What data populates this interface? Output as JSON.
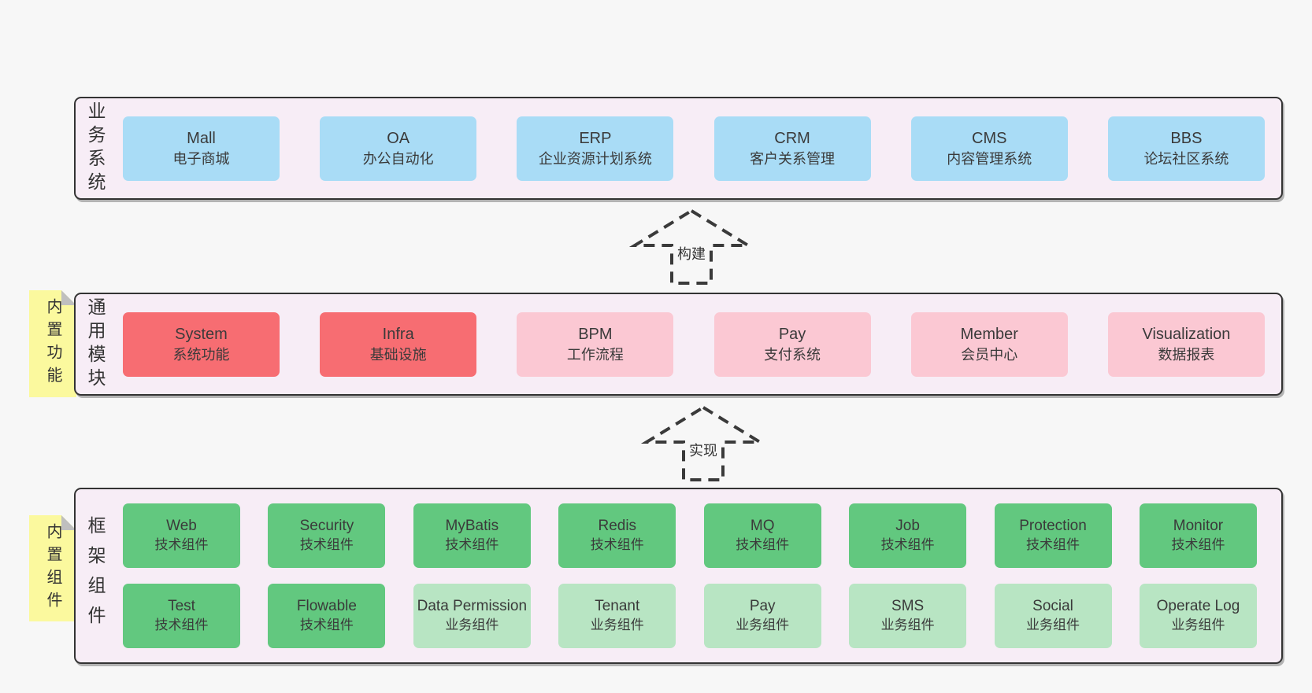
{
  "page": {
    "background": "#f7f7f7"
  },
  "colors": {
    "panel_bg": "#f7edf6",
    "panel_border": "#333333",
    "box_blue": "#a9dcf6",
    "box_red": "#f76d72",
    "box_pink": "#fbc8d3",
    "box_green": "#62c87f",
    "box_green_light": "#b8e5c3",
    "sticky_yellow": "#fbf99e",
    "sticky_fold_gray": "#bfbfbf",
    "text": "#3a3a3a"
  },
  "arrows": [
    {
      "label": "构建"
    },
    {
      "label": "实现"
    }
  ],
  "layers": [
    {
      "side_label": "业务系统",
      "boxes": [
        {
          "title": "Mall",
          "subtitle": "电子商城"
        },
        {
          "title": "OA",
          "subtitle": "办公自动化"
        },
        {
          "title": "ERP",
          "subtitle": "企业资源计划系统"
        },
        {
          "title": "CRM",
          "subtitle": "客户关系管理"
        },
        {
          "title": "CMS",
          "subtitle": "内容管理系统"
        },
        {
          "title": "BBS",
          "subtitle": "论坛社区系统"
        }
      ]
    },
    {
      "side_label": "通用模块",
      "sticky": "内置功能",
      "boxes": [
        {
          "title": "System",
          "subtitle": "系统功能"
        },
        {
          "title": "Infra",
          "subtitle": "基础设施"
        },
        {
          "title": "BPM",
          "subtitle": "工作流程"
        },
        {
          "title": "Pay",
          "subtitle": "支付系统"
        },
        {
          "title": "Member",
          "subtitle": "会员中心"
        },
        {
          "title": "Visualization",
          "subtitle": "数据报表"
        }
      ]
    },
    {
      "side_label": "框架组件",
      "sticky": "内置组件",
      "rows": [
        [
          {
            "title": "Web",
            "subtitle": "技术组件"
          },
          {
            "title": "Security",
            "subtitle": "技术组件"
          },
          {
            "title": "MyBatis",
            "subtitle": "技术组件"
          },
          {
            "title": "Redis",
            "subtitle": "技术组件"
          },
          {
            "title": "MQ",
            "subtitle": "技术组件"
          },
          {
            "title": "Job",
            "subtitle": "技术组件"
          },
          {
            "title": "Protection",
            "subtitle": "技术组件"
          },
          {
            "title": "Monitor",
            "subtitle": "技术组件"
          }
        ],
        [
          {
            "title": "Test",
            "subtitle": "技术组件"
          },
          {
            "title": "Flowable",
            "subtitle": "技术组件"
          },
          {
            "title": "Data Permission",
            "subtitle": "业务组件"
          },
          {
            "title": "Tenant",
            "subtitle": "业务组件"
          },
          {
            "title": "Pay",
            "subtitle": "业务组件"
          },
          {
            "title": "SMS",
            "subtitle": "业务组件"
          },
          {
            "title": "Social",
            "subtitle": "业务组件"
          },
          {
            "title": "Operate Log",
            "subtitle": "业务组件"
          }
        ]
      ]
    }
  ]
}
